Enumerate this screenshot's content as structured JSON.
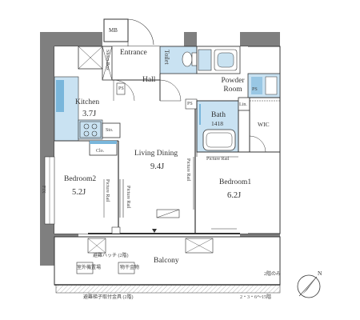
{
  "labels": {
    "mb": "MB",
    "entrance": "Entrance",
    "shoe_box": "Shoes Box",
    "toilet": "Toilet",
    "hall": "Hall",
    "powder_room": "Powder Room",
    "ps1": "PS",
    "ps2": "PS",
    "ps3": "PS",
    "kitchen": "Kitchen",
    "kitchen_area": "3.7J",
    "bath": "Bath",
    "bath_size": "1418",
    "lin": "Lin.",
    "wic": "WIC",
    "sto": "Sto.",
    "clo": "Clo.",
    "living": "Living Dining",
    "living_area": "9.4J",
    "bedroom2": "Bedroom2",
    "bedroom2_area": "5.2J",
    "bedroom1": "Bedroom1",
    "bedroom1_area": "6.2J",
    "picture_rail_1": "Picture Rail",
    "picture_rail_2": "Picture Rail",
    "picture_rail_3": "Picture Rail",
    "picture_rail_4": "Picture Rail",
    "balcony": "Balcony",
    "hatch": "避難ハッチ (2階)",
    "outdoor_unit": "室外機置場",
    "rack": "物干金物",
    "evacuation_rail": "避難梯子取付金具 (2階)",
    "storey_note": "2階のみ",
    "floors_note": "2・3・6〜15階",
    "side_note": "FIX",
    "north": "N"
  },
  "colors": {
    "wall": "#7f7f7f",
    "wet_area": "#c9e2f2",
    "wet_accent": "#79b6db",
    "line": "#333333"
  }
}
